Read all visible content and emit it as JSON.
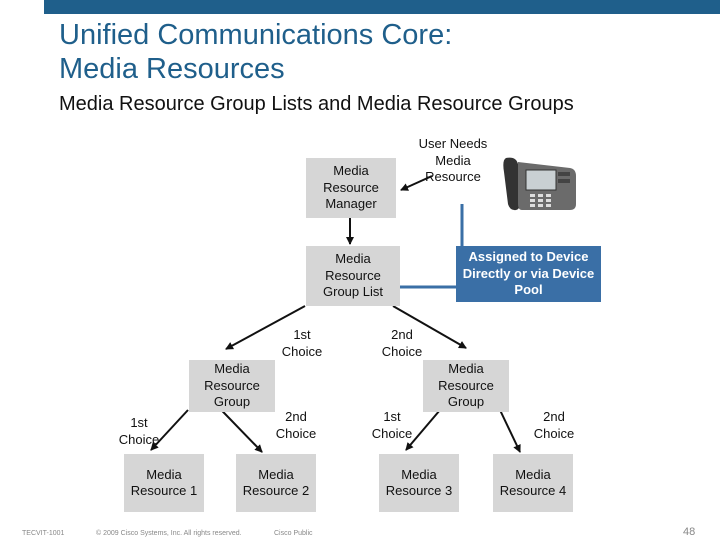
{
  "slide": {
    "title_line1": "Unified Communications Core:",
    "title_line2": "Media Resources",
    "subtitle": "Media Resource Group Lists and Media Resource Groups"
  },
  "diagram": {
    "manager": "Media Resource Manager",
    "user_needs": "User Needs Media Resource",
    "mrgl": "Media Resource Group List",
    "assigned": "Assigned to Device Directly or via Device Pool",
    "first_choice_left": "1st Choice",
    "second_choice_right": "2nd Choice",
    "mrg_left": "Media Resource Group",
    "mrg_right": "Media Resource Group",
    "left_1st": "1st Choice",
    "left_2nd": "2nd Choice",
    "right_1st": "1st Choice",
    "right_2nd": "2nd Choice",
    "mr1": "Media Resource 1",
    "mr2": "Media Resource 2",
    "mr3": "Media Resource 3",
    "mr4": "Media Resource 4"
  },
  "footer": {
    "course": "TECVIT-1001",
    "copyright": "© 2009 Cisco Systems, Inc. All rights reserved.",
    "classification": "Cisco Public",
    "page": "48"
  },
  "colors": {
    "title": "#1f5f8b",
    "accent": "#3a6fa6",
    "box": "#d6d6d6"
  },
  "icons": {
    "phone": "ip-phone-icon"
  }
}
